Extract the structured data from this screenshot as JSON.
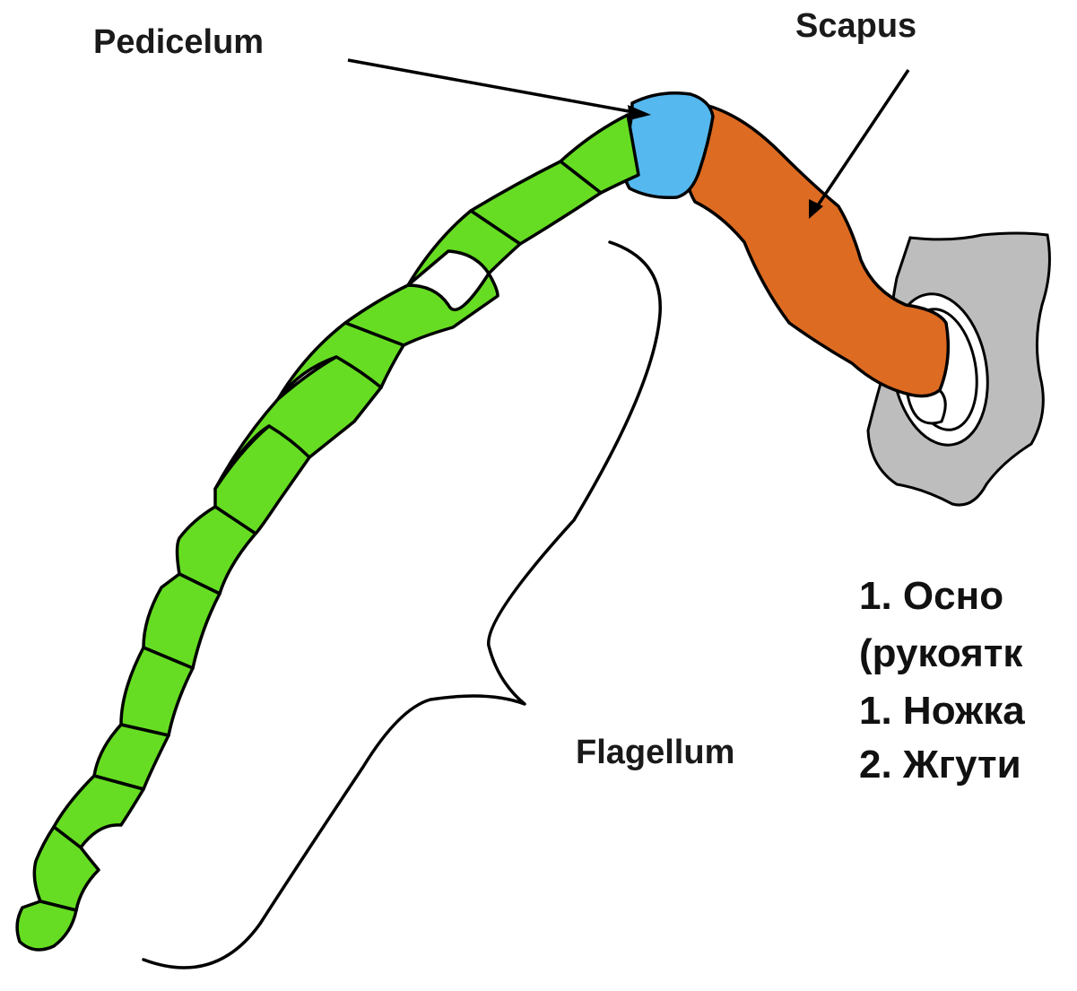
{
  "labels": {
    "pedicelum": "Pedicelum",
    "scapus": "Scapus",
    "flagellum": "Flagellum"
  },
  "legend": [
    "1. Осно",
    "(рукоятк",
    "1. Ножка",
    "2. Жгути"
  ],
  "colors": {
    "flagellum": "#66dd22",
    "pedicelum": "#55b8ee",
    "scapus": "#dd6b22",
    "socket": "#bdbdbd",
    "outline": "#000000"
  }
}
